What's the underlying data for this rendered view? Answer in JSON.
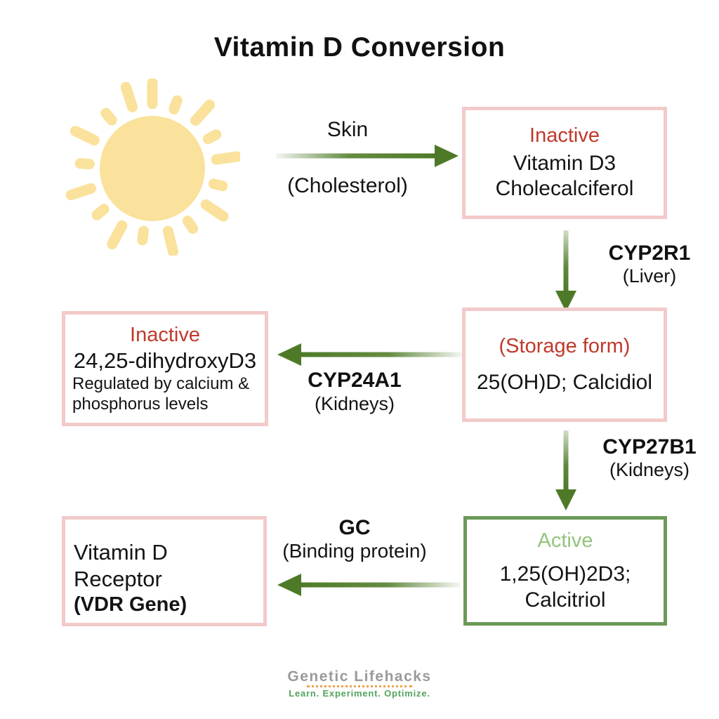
{
  "title": "Vitamin D Conversion",
  "colors": {
    "pink_border": "#f2caca",
    "red_text": "#c0392b",
    "green_border": "#6b9a58",
    "green_text": "#93c47d",
    "arrow_green": "#4e7a28",
    "sun_yellow": "#fae29c",
    "footer_gray": "#9a9a9a",
    "footer_green": "#53a35f",
    "footer_dots": "#eda24e"
  },
  "flow": {
    "sun_arrow": {
      "top_label": "Skin",
      "bottom_label": "(Cholesterol)"
    },
    "enzymes": {
      "cyp2r1": {
        "name": "CYP2R1",
        "organ": "(Liver)"
      },
      "cyp24a1": {
        "name": "CYP24A1",
        "organ": "(Kidneys)"
      },
      "cyp27b1": {
        "name": "CYP27B1",
        "organ": "(Kidneys)"
      },
      "gc": {
        "name": "GC",
        "organ": "(Binding protein)"
      }
    },
    "boxes": {
      "vitamin_d3": {
        "status": "Inactive",
        "line1": "Vitamin D3",
        "line2": "Cholecalciferol"
      },
      "calcidiol": {
        "status": "(Storage form)",
        "line1": "25(OH)D; Calcidiol"
      },
      "dihydroxy": {
        "status": "Inactive",
        "name": "24,25-dihydroxyD3",
        "note_line1": "Regulated by calcium &",
        "note_line2": "phosphorus levels"
      },
      "calcitriol": {
        "status": "Active",
        "line1": "1,25(OH)2D3;",
        "line2": "Calcitriol"
      },
      "vdr": {
        "line1": "Vitamin D Receptor",
        "line2": "(VDR Gene)"
      }
    }
  },
  "footer": {
    "brand": "Genetic Lifehacks",
    "tagline": "Learn. Experiment. Optimize."
  }
}
